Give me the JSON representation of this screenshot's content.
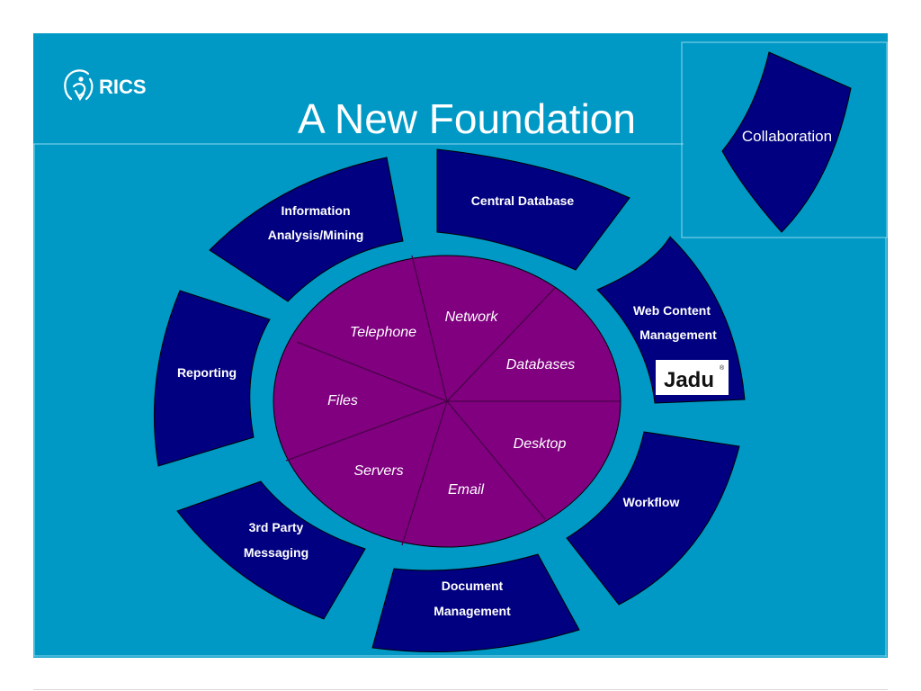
{
  "logo": {
    "text": "RICS"
  },
  "title": "A New Foundation",
  "colors": {
    "background": "#0099c6",
    "segment_fill": "#000080",
    "core_fill": "#800080",
    "frame_line": "#8fd8ef"
  },
  "core": {
    "labels": [
      "Network",
      "Telephone",
      "Databases",
      "Files",
      "Desktop",
      "Servers",
      "Email"
    ]
  },
  "segments": {
    "central_database": "Central Database",
    "information_line1": "Information",
    "information_line2": "Analysis/Mining",
    "reporting": "Reporting",
    "messaging_line1": "3rd Party",
    "messaging_line2": "Messaging",
    "document_line1": "Document",
    "document_line2": "Management",
    "workflow": "Workflow",
    "web_content_line1": "Web Content",
    "web_content_line2": "Management",
    "collaboration": "Collaboration"
  },
  "jadu_logo": {
    "text": "Jadu",
    "mark": "®"
  }
}
